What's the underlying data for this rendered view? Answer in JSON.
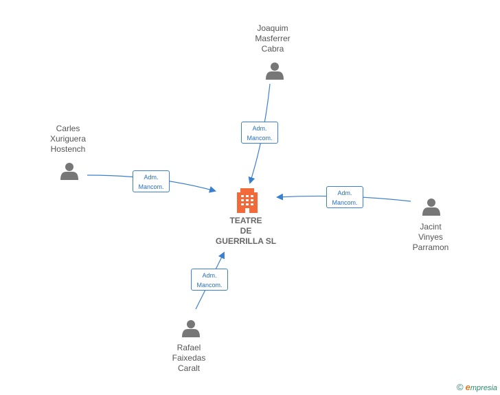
{
  "company": {
    "name_lines": [
      "TEATRE",
      "DE",
      "GUERRILLA SL"
    ],
    "icon": "building-icon",
    "color": "#f26a3a"
  },
  "people": [
    {
      "id": "joaquim",
      "name_lines": [
        "Joaquim",
        "Masferrer",
        "Cabra"
      ],
      "icon": "person-icon"
    },
    {
      "id": "carles",
      "name_lines": [
        "Carles",
        "Xuriguera",
        "Hostench"
      ],
      "icon": "person-icon"
    },
    {
      "id": "jacint",
      "name_lines": [
        "Jacint",
        "Vinyes",
        "Parramon"
      ],
      "icon": "person-icon"
    },
    {
      "id": "rafael",
      "name_lines": [
        "Rafael",
        "Faixedas",
        "Caralt"
      ],
      "icon": "person-icon"
    }
  ],
  "edges": [
    {
      "from": "joaquim",
      "label_lines": [
        "Adm.",
        "Mancom."
      ]
    },
    {
      "from": "carles",
      "label_lines": [
        "Adm.",
        "Mancom."
      ]
    },
    {
      "from": "jacint",
      "label_lines": [
        "Adm.",
        "Mancom."
      ]
    },
    {
      "from": "rafael",
      "label_lines": [
        "Adm.",
        "Mancom."
      ]
    }
  ],
  "colors": {
    "person": "#777777",
    "edge": "#3a7fd0"
  },
  "footer": {
    "copyright": "©",
    "brand_initial": "e",
    "brand_rest": "mpresia"
  }
}
